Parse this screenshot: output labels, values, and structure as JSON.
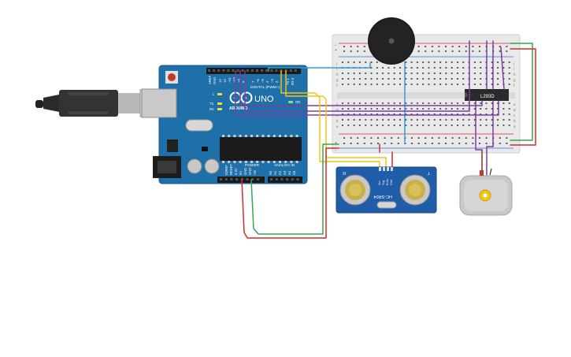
{
  "arduino": {
    "logo": "UNO",
    "brand": "ARDUINO",
    "digital_label": "DIGITAL (PWM~)",
    "power_label": "POWER",
    "analog_label": "ANALOG IN",
    "aref": "AREF",
    "gnd": "GND",
    "led_l": "L",
    "led_tx": "TX",
    "led_rx": "RX",
    "on": "ON",
    "pin13": "13",
    "pin12": "12",
    "pin11": "~11",
    "pin10": "~10",
    "pin9": "~9",
    "pin8": "8",
    "pin7": "7",
    "pin6": "~6",
    "pin5": "~5",
    "pin4": "4",
    "pin3": "~3",
    "pin2": "2",
    "pin1": "TX 1",
    "pin0": "RX 0",
    "p_ioref": "IOREF",
    "p_reset": "RESET",
    "p_33v": "3.3V",
    "p_5v": "5V",
    "p_gnd1": "GND",
    "p_gnd2": "GND",
    "p_vin": "Vin",
    "a0": "A0",
    "a1": "A1",
    "a2": "A2",
    "a3": "A3",
    "a4": "A4",
    "a5": "A5"
  },
  "breadboard": {
    "rows_top": [
      "j",
      "i",
      "h",
      "g",
      "f"
    ],
    "rows_bottom": [
      "e",
      "d",
      "c",
      "b",
      "a"
    ],
    "plus": "+",
    "minus": "-"
  },
  "driver_ic": {
    "label": "L293D"
  },
  "ultrasonic": {
    "model": "HC-SR04",
    "pins": [
      "Vcc",
      "Trig",
      "Echo",
      "Gnd"
    ],
    "left_mark": "R",
    "right_mark": "T"
  },
  "colors": {
    "arduino_blue": "#1f6fa8",
    "breadboard": "#e9e9e9",
    "wire_red": "#d42a2a",
    "wire_green": "#2fa84f",
    "wire_purple": "#7b3fa0",
    "wire_yellow": "#f0c419",
    "wire_blue": "#2f9fd8",
    "wire_brown": "#8b4513",
    "motor_gear": "#f5c518"
  },
  "icons": [
    "usb-cable-icon",
    "buzzer-icon",
    "dc-motor-icon"
  ]
}
